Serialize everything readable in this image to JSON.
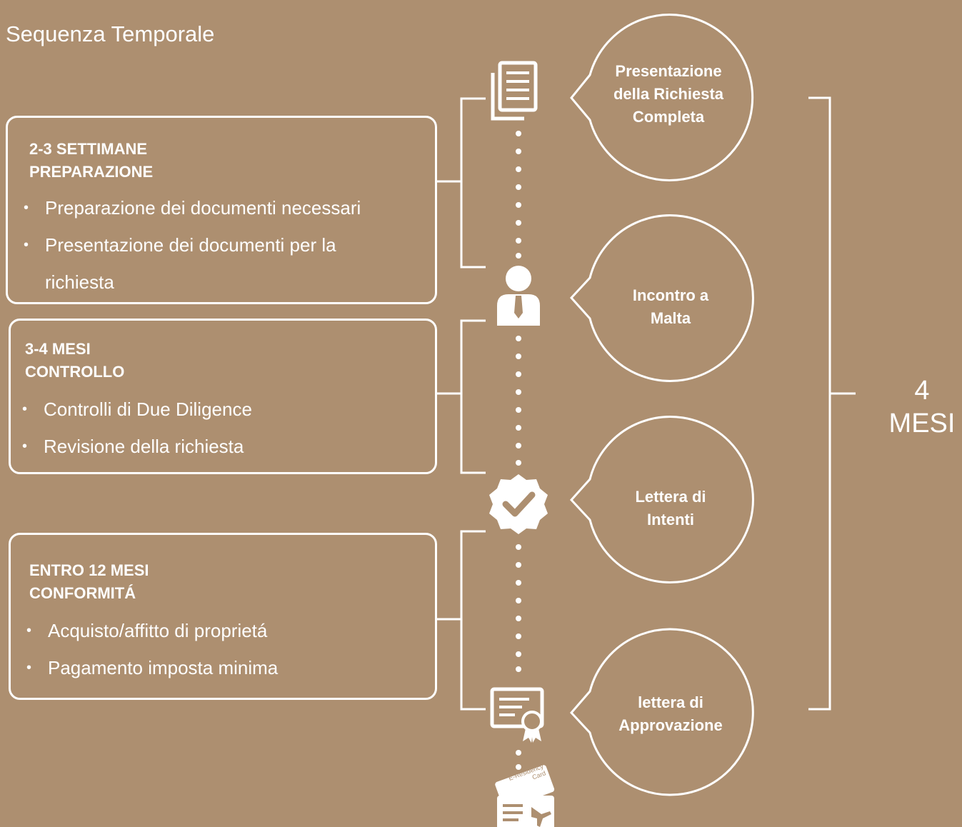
{
  "title": "Sequenza Temporale",
  "phases": [
    {
      "heading1": "2-3 SETTIMANE",
      "heading2": "PREPARAZIONE",
      "items": [
        "Preparazione dei documenti necessari",
        "Presentazione dei documenti per la",
        "richiesta"
      ]
    },
    {
      "heading1": "3-4 MESI",
      "heading2": "CONTROLLO",
      "items": [
        "Controlli di Due Diligence",
        "Revisione della richiesta"
      ]
    },
    {
      "heading1": "ENTRO 12 MESI",
      "heading2": "CONFORMITÁ",
      "items": [
        "Acquisto/affitto di proprietá",
        "Pagamento imposta minima"
      ]
    }
  ],
  "steps": [
    {
      "line1": "Presentazione",
      "line2": "della Richiesta",
      "line3": "Completa",
      "icon": "documents-icon"
    },
    {
      "line1": "Incontro a",
      "line2": "Malta",
      "icon": "businessman-icon"
    },
    {
      "line1": "Lettera di",
      "line2": "Intenti",
      "icon": "check-badge-icon"
    },
    {
      "line1": "lettera di",
      "line2": "Approvazione",
      "icon": "certificate-icon"
    }
  ],
  "card": {
    "line1": "E-Residency",
    "line2": "Card",
    "icon": "residency-card-icon"
  },
  "total": {
    "number": "4",
    "unit": "MESI"
  },
  "colors": {
    "background": "#ad8f70",
    "foreground": "#ffffff"
  }
}
